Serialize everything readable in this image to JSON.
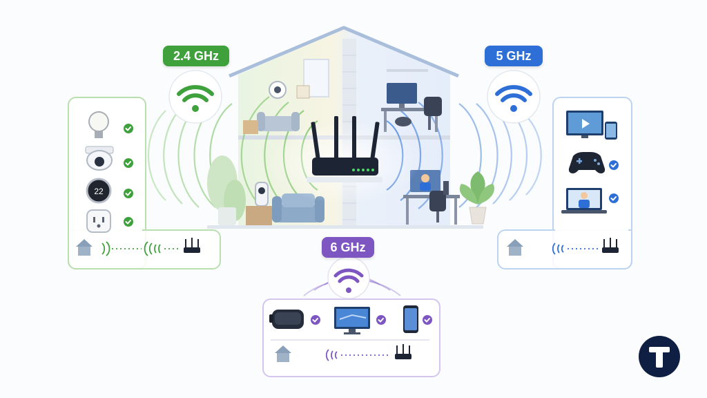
{
  "bands": {
    "band_24": {
      "label": "2.4 GHz",
      "color": "#3fa13c"
    },
    "band_5": {
      "label": "5 GHz",
      "color": "#2d6fd6"
    },
    "band_6": {
      "label": "6 GHz",
      "color": "#7e56c2"
    }
  },
  "colors": {
    "green": "#3fa13c",
    "green_light": "#b9dfae",
    "blue": "#2d6fd6",
    "blue_light": "#bcd3f2",
    "purple": "#7e56c2",
    "purple_light": "#d3c5ee",
    "router": "#1d2433",
    "router_led": "#4cd964",
    "logo_bg": "#0f1f44",
    "logo_fg": "#ffffff"
  },
  "thermostat_display": "22",
  "device_groups": {
    "band_24": [
      "light-bulb",
      "security-camera",
      "smart-thermostat",
      "smart-plug"
    ],
    "band_5": [
      "smart-tv-tablet",
      "game-controller",
      "laptop-video-call"
    ],
    "band_6": [
      "vr-headset",
      "monitor",
      "smartphone"
    ]
  },
  "icons": {
    "wifi": "wifi-icon",
    "check": "check-badge-icon",
    "house": "house-icon",
    "router": "router-icon",
    "logo": "t-logo-icon"
  }
}
